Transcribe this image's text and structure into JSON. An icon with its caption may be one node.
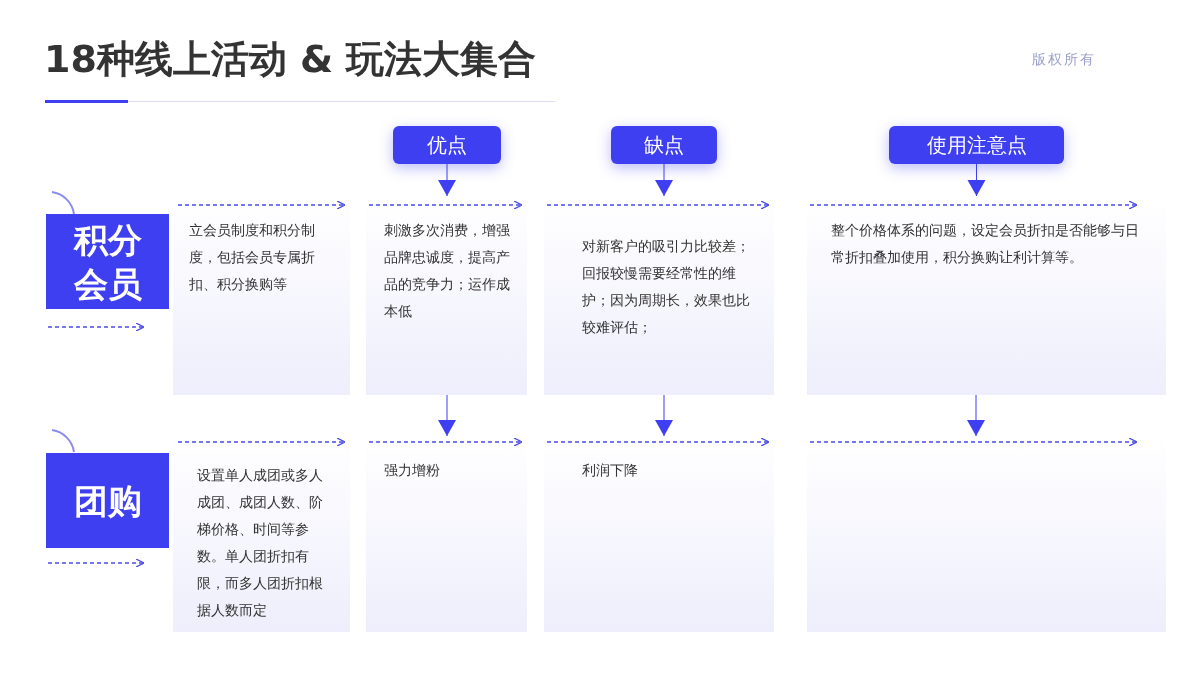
{
  "diagram": {
    "title": "18种线上活动 & 玩法大集合",
    "nodes": [
      {
        "text": [
          "优点"
        ]
      },
      {
        "text": [
          "缺点"
        ]
      },
      {
        "text": [
          "使用注意点"
        ]
      },
      {
        "text": [
          "积分会员"
        ]
      },
      {
        "text": [
          "立会员制度和积分制度，包括会员专属折扣、积分换购等"
        ]
      },
      {
        "text": [
          "刺激多次消费，增强品牌忠诚度，提高产品的竞争力；运作成本低"
        ]
      },
      {
        "text": [
          "对新客户的吸引力比较差；回报较慢需要经常性的维护；因为周期长，效果也比较难评估；"
        ]
      },
      {
        "text": [
          "整个价格体系的问题，设定会员折扣是否能够与日常折扣叠加使用，积分换购让利计算等。"
        ]
      },
      {
        "text": [
          "团购"
        ]
      },
      {
        "text": [
          "设置单人成团或多人成团、成团人数、阶梯价格、时间等参数。单人团折扣有限，而多人团折扣根据人数而定"
        ]
      },
      {
        "text": [
          "强力增粉"
        ]
      },
      {
        "text": [
          "利润下降"
        ]
      },
      {
        "text": [],
        "shape": "box"
      }
    ],
    "edges": [
      {
        "from": 0,
        "to": 5,
        "arrow": "to"
      },
      {
        "from": 1,
        "to": 6,
        "arrow": "to"
      },
      {
        "from": 2,
        "to": 7,
        "arrow": "to"
      },
      {
        "from": 5,
        "to": 10,
        "arrow": "to"
      },
      {
        "from": 6,
        "to": 11,
        "arrow": "to"
      },
      {
        "from": 7,
        "to": 12,
        "arrow": "to"
      }
    ],
    "labels": [
      "版权所有"
    ]
  }
}
